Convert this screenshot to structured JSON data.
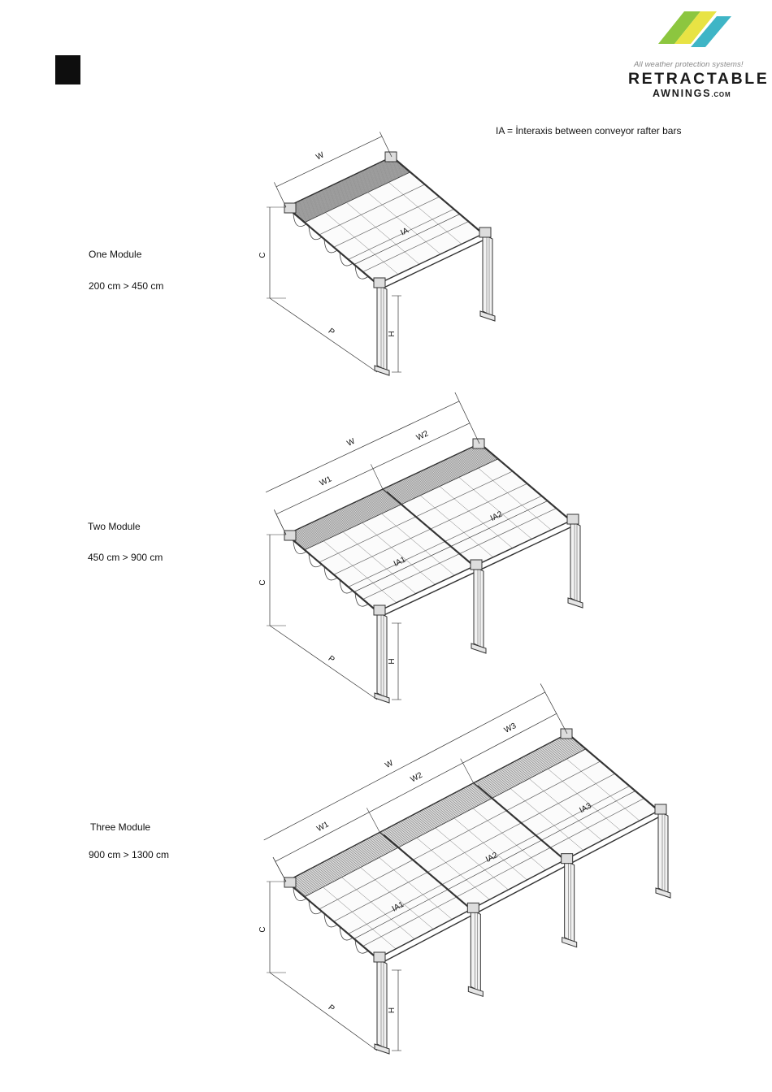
{
  "header": {
    "logo": {
      "tagline": "All weather protection systems!",
      "brand_main": "RETRACTABLE",
      "brand_sub": "AWNINGS",
      "brand_suffix": ".COM",
      "colors": {
        "green": "#8cc63f",
        "yellow": "#e8e344",
        "blue": "#3fb5c6"
      }
    }
  },
  "note": "IA = İnteraxis between conveyor rafter bars",
  "modules": [
    {
      "name": "One Module",
      "range": "200 cm > 450 cm",
      "dims": {
        "w": "W",
        "c": "C",
        "p": "P",
        "h": "H",
        "ia": [
          "IA"
        ]
      }
    },
    {
      "name": "Two Module",
      "range": "450 cm > 900 cm",
      "dims": {
        "w": "W",
        "w_parts": [
          "W1",
          "W2"
        ],
        "c": "C",
        "p": "P",
        "h": "H",
        "ia": [
          "IA1",
          "IA2"
        ]
      }
    },
    {
      "name": "Three Module",
      "range": "900 cm > 1300 cm",
      "dims": {
        "w": "W",
        "w_parts": [
          "W1",
          "W2",
          "W3"
        ],
        "c": "C",
        "p": "P",
        "h": "H",
        "ia": [
          "IA1",
          "IA2",
          "IA3"
        ]
      }
    }
  ]
}
